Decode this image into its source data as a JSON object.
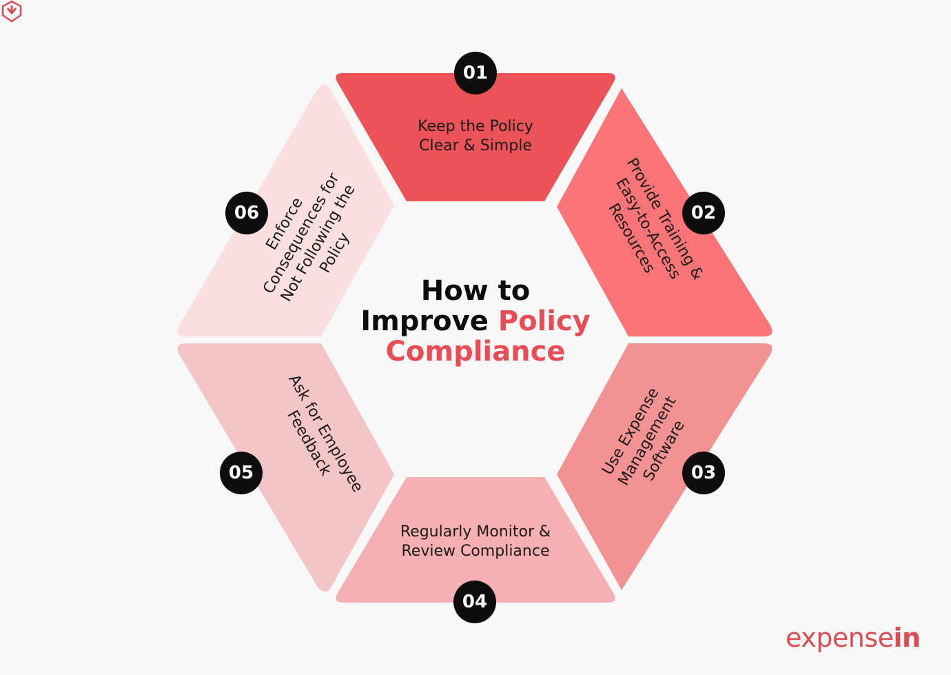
{
  "title": {
    "line1": "How to",
    "line2_plain": "Improve ",
    "line2_accent": "Policy",
    "line3_accent": "Compliance"
  },
  "steps": [
    {
      "number": "01",
      "text": "Keep the Policy\nClear & Simple",
      "color": "#ec5358"
    },
    {
      "number": "02",
      "text": "Provide Training &\nEasy-to-Access\nResources",
      "color": "#fb7477"
    },
    {
      "number": "03",
      "text": "Use Expense\nManagement\nSoftware",
      "color": "#f39293"
    },
    {
      "number": "04",
      "text": "Regularly Monitor &\nReview Compliance",
      "color": "#f6b0b1"
    },
    {
      "number": "05",
      "text": "Ask for Employee\nFeedback",
      "color": "#f4c5c6"
    },
    {
      "number": "06",
      "text": "Enforce\nConsequences for\nNot Following the\nPolicy",
      "color": "#f9dfe0"
    }
  ],
  "colors": {
    "background": "#f8f8f8",
    "accent": "#e84c55",
    "badge": "#0d0d0d",
    "center": "#f8f8f8"
  },
  "logo": {
    "text_expense": "expense",
    "text_in": "in",
    "icon": "shield-arrow-icon"
  }
}
